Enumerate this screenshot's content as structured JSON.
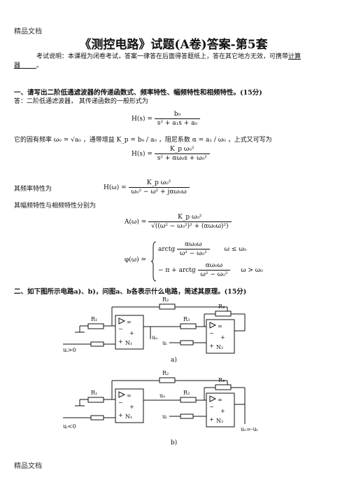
{
  "header_top": "精品文档",
  "footer": "精品文档",
  "title": "《测控电路》试题(A卷)答案-第5套",
  "note": {
    "line1": "考试说明：本课程为闭卷考试，答案一律答在后面得答题纸上，答在其它地方无效，可携带",
    "underlined": "计算",
    "line2": "器",
    "line2_end": "。"
  },
  "q1": {
    "heading": "一、请写出二阶低通滤波器的传递函数式、频率特性、幅频特性和相频特性。(15分)",
    "answer_intro": "答：二阶低通滤波器，  其传递函数的一般形式为",
    "eq1_lhs": "H(s) =",
    "eq1_num": "b₀",
    "eq1_den": "s² + a₁s + a₀",
    "mid_text_a": "它的固有频率",
    "mid_math_1": "ω₀ = √a₀",
    "mid_text_b": "，通带增益",
    "mid_math_2": "K_p = b₀ / a₀",
    "mid_text_c": "，阻尼系数",
    "mid_math_3": "α = a₁ / ω₀",
    "mid_text_d": "，上式又可写为",
    "eq2_lhs": "H(s) =",
    "eq2_num": "K_p ω₀²",
    "eq2_den": "s² + αω₀s + ω₀²",
    "freq_label": "其频率特性为",
    "eq3_lhs": "H(ω) =",
    "eq3_num": "K_p ω₀²",
    "eq3_den": "ω₀² − ω² + jαω₀ω",
    "amp_label": "其幅频特性与相频特性分别为",
    "eq4_lhs": "A(ω) =",
    "eq4_num": "K_p ω₀²",
    "eq4_den": "√((ω² − ω₀²)² + (αω₀ω)²)",
    "eq5_lhs": "φ(ω) =",
    "eq5_case1": "arctg",
    "eq5_case1_frac_num": "αω₀ω",
    "eq5_case1_frac_den": "ω² − ω₀²",
    "eq5_case1_cond": "ω ≤ ω₀",
    "eq5_case2": "− π + arctg",
    "eq5_case2_frac_num": "αω₀ω",
    "eq5_case2_frac_den": "ω² − ω₀²",
    "eq5_case2_cond": "ω > ω₀"
  },
  "q2": {
    "heading": "二、如下图所示电路a)、b)，问图a、b各表示什么电路，简述其原理。(15分)"
  },
  "circuit_a": {
    "caption": "a)",
    "r1": "R₁",
    "r2": "R₂",
    "r3": "R₃",
    "r4": "R₄",
    "inf": "∞",
    "minus": "−",
    "plus": "+",
    "n1": "N₁",
    "n2": "N₂",
    "ui": "uᵢ>0",
    "ua": "uₐ",
    "uo_in": "uᵢ"
  },
  "circuit_b": {
    "caption": "b)",
    "r1": "R₁",
    "r2": "R₂",
    "r3": "R₃",
    "r4": "R₄",
    "inf": "∞",
    "minus": "−",
    "plus": "+",
    "n1": "N₁",
    "n2": "N₂",
    "ui": "uᵢ<0",
    "ua": "uₐ",
    "uo_in": "uᵢ",
    "uo": "uₒ=-uᵢ"
  }
}
